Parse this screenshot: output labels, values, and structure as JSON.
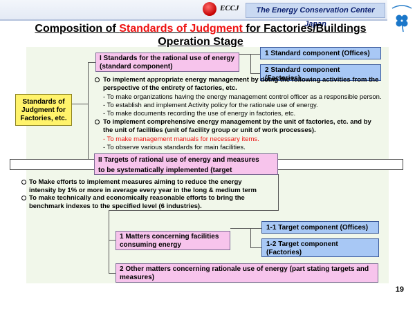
{
  "header": {
    "logo_text": "ECCJ",
    "org_name": "The Energy Conservation Center Japan"
  },
  "title": {
    "part1": "Composition of ",
    "highlight": "Standards of Judgment",
    "part2": " for Factories/Buildings",
    "line2": "Operation Stage"
  },
  "left_box": "Standards of Judgment for Factories, etc.",
  "section1": {
    "heading": "I Standards for the rational use of energy (standard component)",
    "side_box1": "1 Standard component (Offices)",
    "side_box2_line1": "2 Standard component",
    "side_box2_line2": "(Factories)",
    "bullet1_line1": "To implement appropriate energy management by doing the following activities from the",
    "bullet1_line2": "perspective of the  entirety of factories, etc.",
    "sub1": "- To make organizations having the energy management control officer as a responsible person.",
    "sub2": "- To establish and implement Activity policy for the rationale use of energy.",
    "sub3": "- To make documents recording the use of energy in factories, etc.",
    "bullet2_line1": "To implement comprehensive energy management by the unit of factories, etc. and by",
    "bullet2_line2": "the unit of facilities (unit of facility group or unit of work processes).",
    "sub4": "- To make management manuals for necessary items.",
    "sub5": "- To observe various standards for main facilities."
  },
  "section2": {
    "heading_line1": "II Targets of rational use of energy and measures",
    "heading_line2": "to be systematically implemented (target",
    "bullet1_line1": "To  Make efforts to implement measures aiming to reduce the energy",
    "bullet1_line2": "intensity by 1% or more in average every year in the long & medium term",
    "bullet2_line1": "To make technically and economically reasonable efforts to bring the",
    "bullet2_line2": "benchmark indexes to the specified level (6 industries).",
    "matters_box": "1 Matters concerning facilities consuming energy",
    "target1": "1-1 Target component (Offices)",
    "target2_line1": "1-2 Target component",
    "target2_line2": "(Factories)",
    "other_box": "2 Other matters concerning rationale use of energy (part stating targets and measures)"
  },
  "page_number": "19",
  "colors": {
    "accent_red": "#e11111",
    "pink_box": "#f7c4ec",
    "blue_box": "#a8c8f5",
    "yellow_box": "#fff36b",
    "panel_bg": "#f1f7ea"
  }
}
